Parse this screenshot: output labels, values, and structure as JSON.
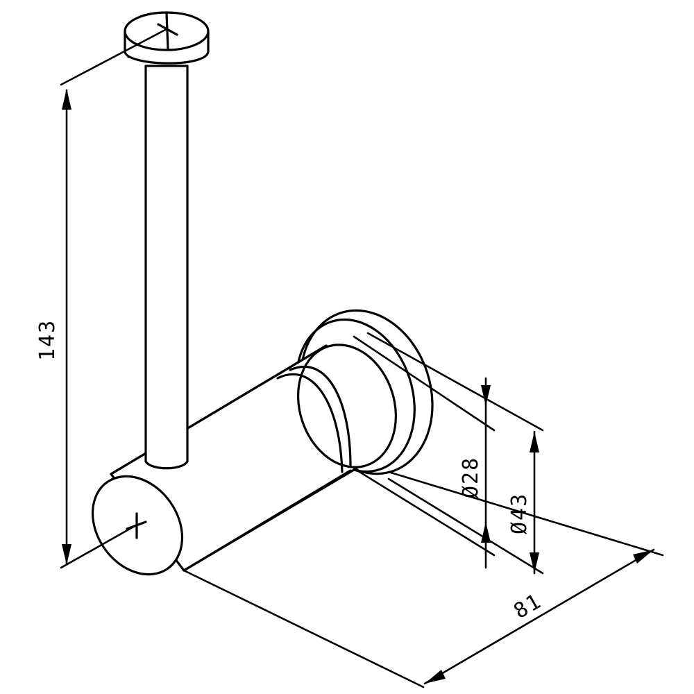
{
  "drawing": {
    "dimensions": {
      "height": "143",
      "inner_diameter": "Ø28",
      "outer_diameter": "Ø43",
      "length": "81"
    },
    "colors": {
      "line": "#000000",
      "background": "#ffffff"
    }
  }
}
